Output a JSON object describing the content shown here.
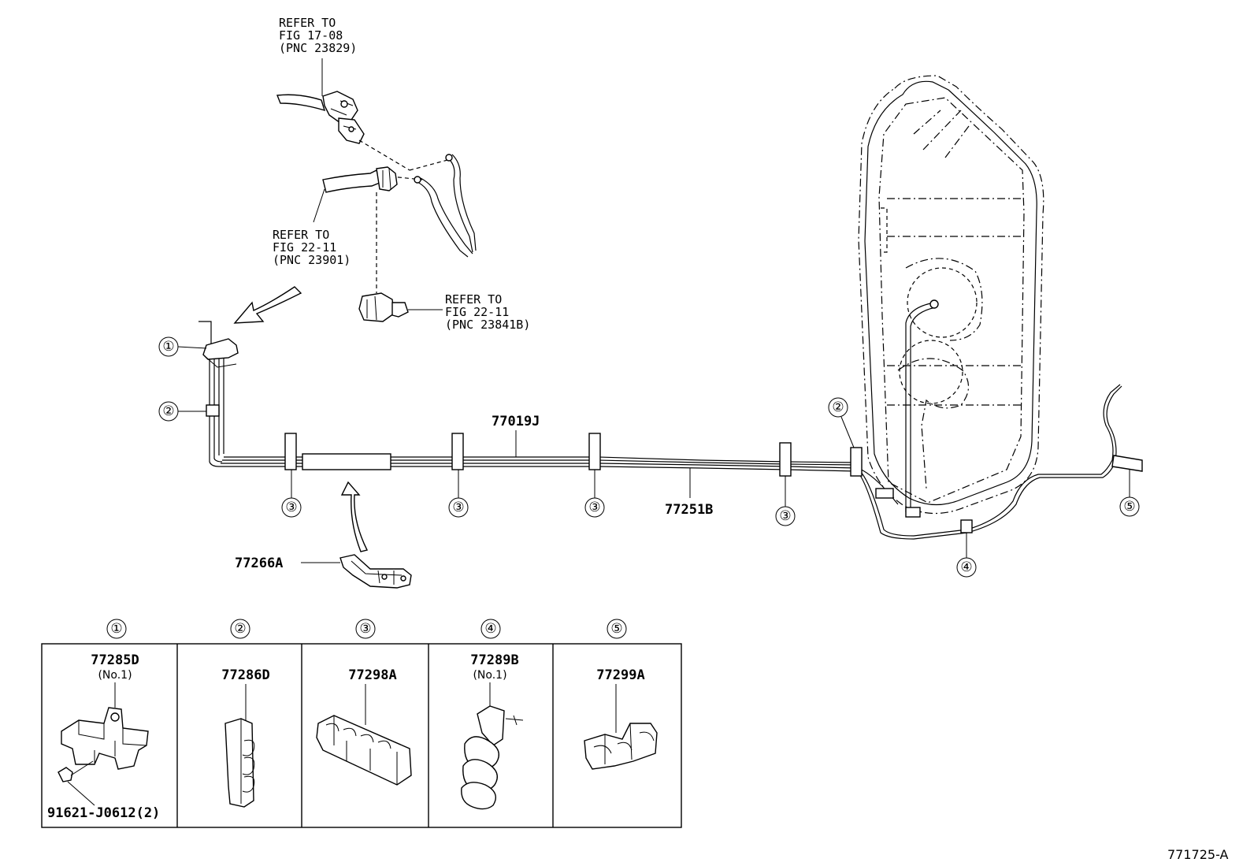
{
  "refs": {
    "r1": {
      "l1": "REFER TO",
      "l2": "FIG 17-08",
      "l3": "(PNC 23829)"
    },
    "r2": {
      "l1": "REFER TO",
      "l2": "FIG 22-11",
      "l3": "(PNC 23901)"
    },
    "r3": {
      "l1": "REFER TO",
      "l2": "FIG 22-11",
      "l3": "(PNC 23841B)"
    }
  },
  "parts": {
    "p77019J": "77019J",
    "p77251B": "77251B",
    "p77266A": "77266A"
  },
  "callouts": [
    "①",
    "②",
    "③",
    "④",
    "⑤"
  ],
  "table": {
    "headers": [
      "①",
      "②",
      "③",
      "④",
      "⑤"
    ],
    "cells": [
      {
        "part": "77285D",
        "sub": "(No.1)",
        "extra": "91621-J0612(2)"
      },
      {
        "part": "77286D",
        "sub": "",
        "extra": ""
      },
      {
        "part": "77298A",
        "sub": "",
        "extra": ""
      },
      {
        "part": "77289B",
        "sub": "(No.1)",
        "extra": ""
      },
      {
        "part": "77299A",
        "sub": "",
        "extra": ""
      }
    ]
  },
  "figure_code": "771725-A"
}
